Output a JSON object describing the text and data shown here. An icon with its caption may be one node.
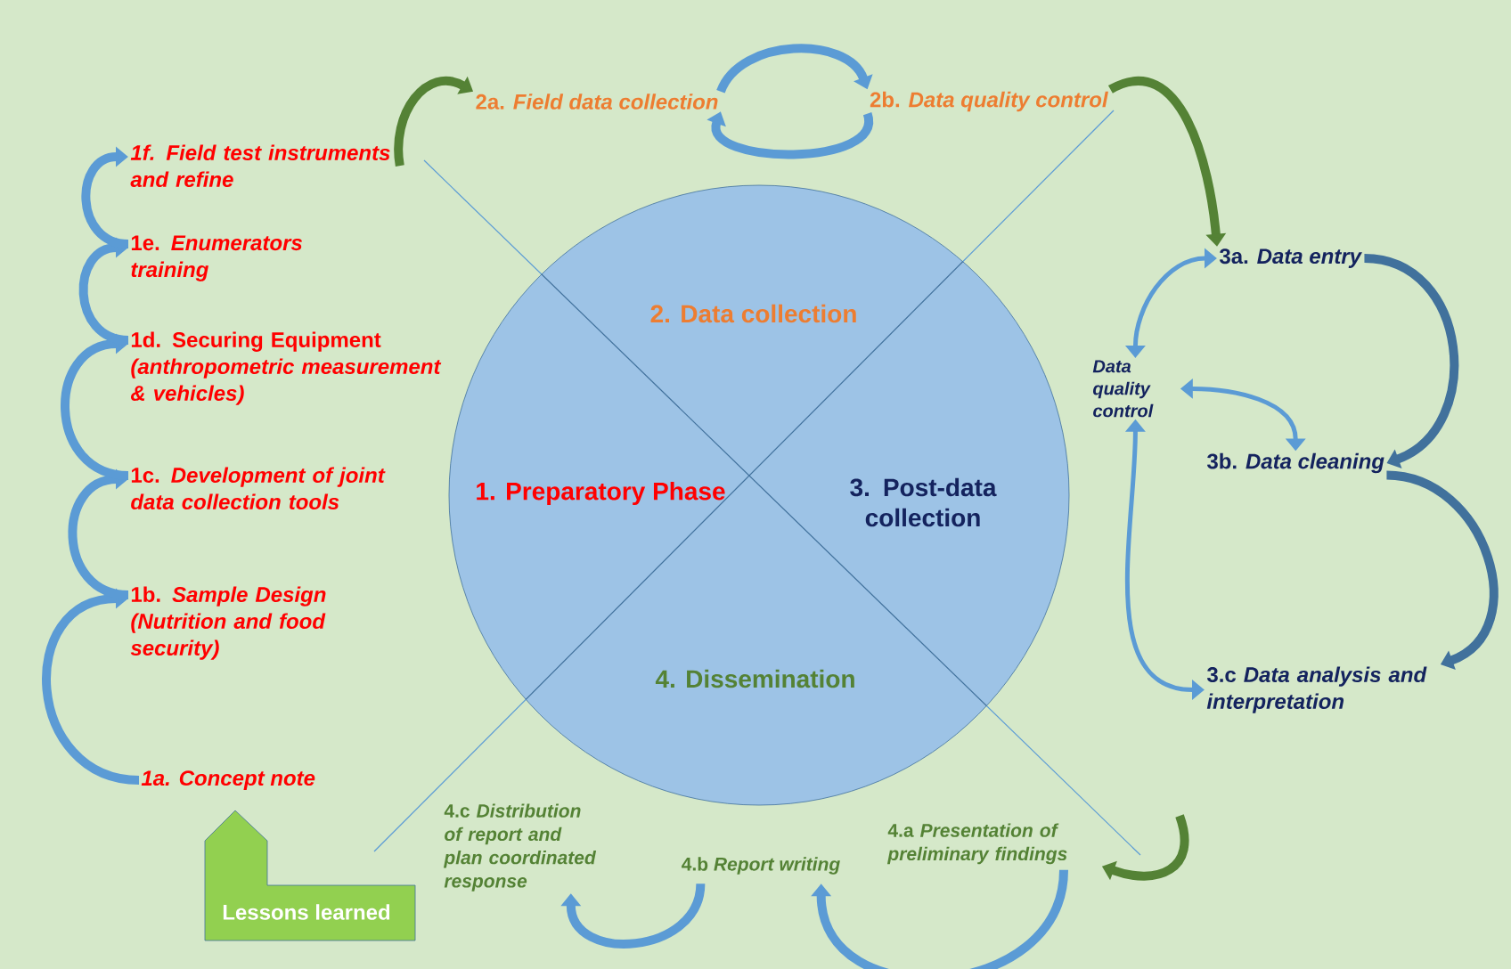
{
  "diagram": {
    "nodes": [
      {
        "text": [
          "2. Data collection",
          "1. Preparatory Phase",
          "3. Post-data collection",
          "4. Dissemination"
        ]
      },
      {
        "text": [
          "1f. Field test instruments and refine"
        ]
      },
      {
        "text": [
          "1e. *Enumerators training*"
        ]
      },
      {
        "text": [
          "1d. Securing Equipment *(anthropometric measurement & vehicles)*"
        ]
      },
      {
        "text": [
          "1c. *Development of joint data collection tools*"
        ]
      },
      {
        "text": [
          "1b. *Sample Design (Nutrition and food security)*"
        ]
      },
      {
        "text": [
          "1a. Concept note"
        ]
      },
      {
        "text": [
          "2a. *Field data collection*"
        ]
      },
      {
        "text": [
          "2b. *Data quality control*"
        ]
      },
      {
        "text": [
          "3a. *Data entry*"
        ]
      },
      {
        "text": [
          "Data quality control"
        ]
      },
      {
        "text": [
          "3b. *Data cleaning*"
        ]
      },
      {
        "text": [
          "3.c *Data analysis and interpretation*"
        ]
      },
      {
        "text": [
          "4.c *Distribution of report and plan coordinated response*"
        ]
      },
      {
        "text": [
          "4.b *Report writing*"
        ]
      },
      {
        "text": [
          "4.a *Presentation of preliminary findings*"
        ]
      },
      {
        "text": [
          "Lessons learned"
        ]
      }
    ],
    "edges": [
      {
        "from": 6,
        "to": 5,
        "arrow": "to"
      },
      {
        "from": 5,
        "to": 4,
        "arrow": "to"
      },
      {
        "from": 4,
        "to": 3,
        "arrow": "to"
      },
      {
        "from": 3,
        "to": 2,
        "arrow": "to"
      },
      {
        "from": 2,
        "to": 1,
        "arrow": "to"
      },
      {
        "from": 1,
        "to": 7,
        "arrow": "to",
        "color": "#548235"
      },
      {
        "from": 7,
        "to": 8,
        "arrow": "to"
      },
      {
        "from": 8,
        "to": 7,
        "arrow": "to"
      },
      {
        "from": 8,
        "to": 9,
        "arrow": "to",
        "color": "#548235"
      },
      {
        "from": 9,
        "to": 11,
        "arrow": "to",
        "color": "#41719c"
      },
      {
        "from": 11,
        "to": 12,
        "arrow": "to",
        "color": "#41719c"
      },
      {
        "from": 10,
        "to": 9,
        "arrow": "both"
      },
      {
        "from": 10,
        "to": 11,
        "arrow": "both"
      },
      {
        "from": 10,
        "to": 12,
        "arrow": "both"
      },
      {
        "from": null,
        "to": 15,
        "arrow": "to",
        "color": "#548235"
      },
      {
        "from": 15,
        "to": 14,
        "arrow": "to"
      },
      {
        "from": 14,
        "to": 13,
        "arrow": "to"
      }
    ]
  }
}
